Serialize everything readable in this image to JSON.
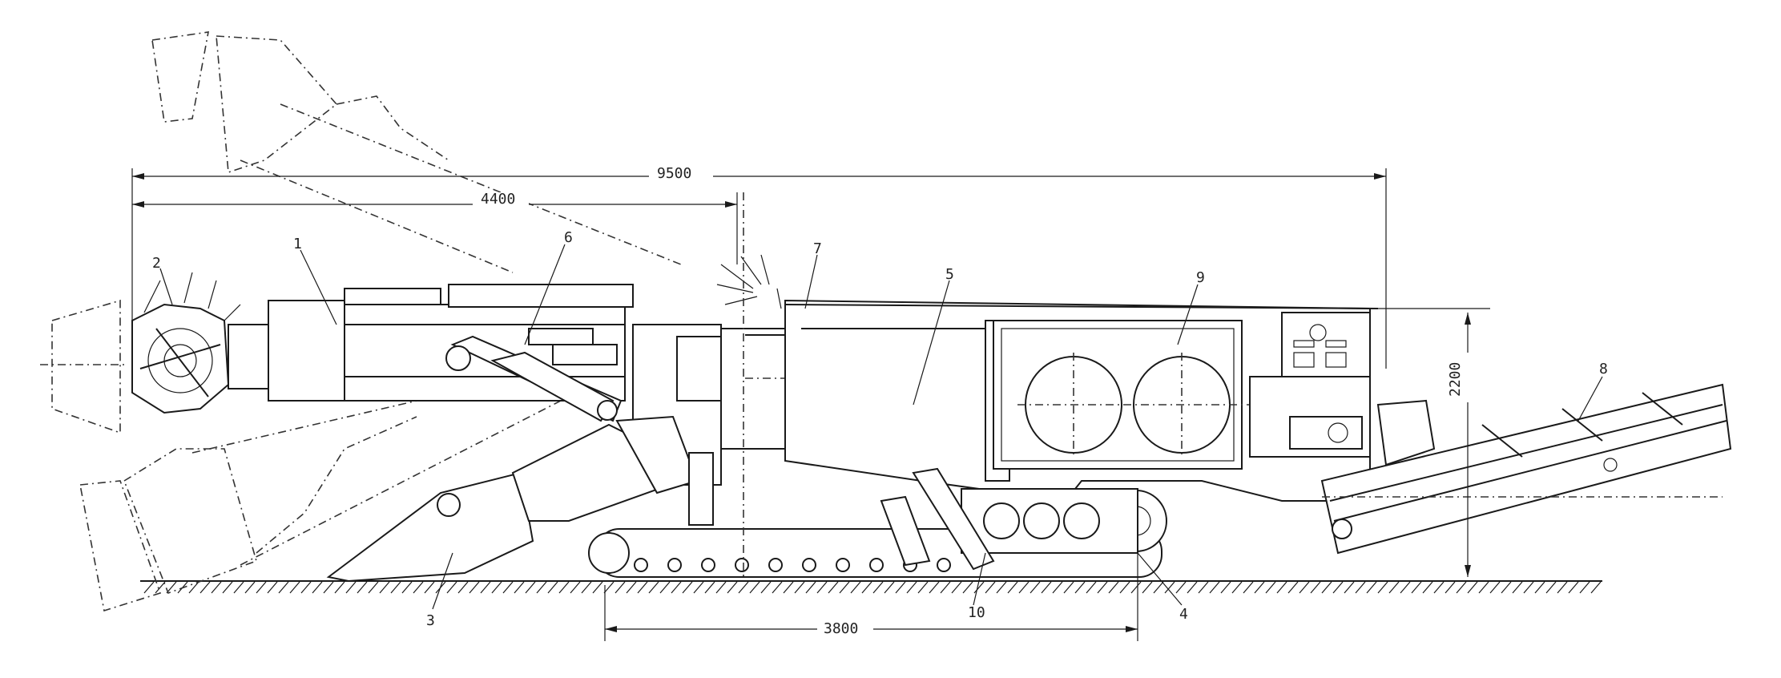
{
  "dimensions": {
    "overall_length": "9500",
    "boom_reach": "4400",
    "track_length": "3800",
    "height": "2200"
  },
  "callouts": [
    "1",
    "2",
    "3",
    "4",
    "5",
    "6",
    "7",
    "8",
    "9",
    "10"
  ]
}
